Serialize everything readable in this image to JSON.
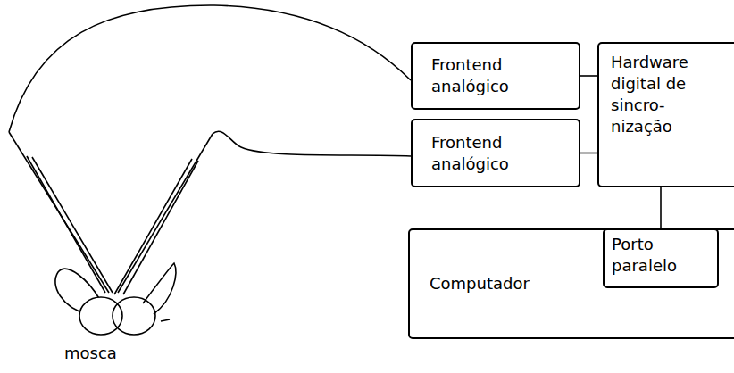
{
  "diagram": {
    "nodes": [
      {
        "text": [
          "Frontend analógico"
        ]
      },
      {
        "text": [
          "Frontend analógico"
        ]
      },
      {
        "text": [
          "Hardware digital de sincro- nização"
        ]
      },
      {
        "text": [
          "Computador"
        ]
      },
      {
        "text": [
          "Porto paralelo"
        ],
        "in": 3
      }
    ],
    "edges": [
      {
        "from": 0,
        "to": 2,
        "arrow": "none"
      },
      {
        "from": 1,
        "to": 2,
        "arrow": "none"
      },
      {
        "from": 2,
        "to": 4,
        "arrow": "none"
      }
    ],
    "labels": [
      "mosca"
    ]
  }
}
